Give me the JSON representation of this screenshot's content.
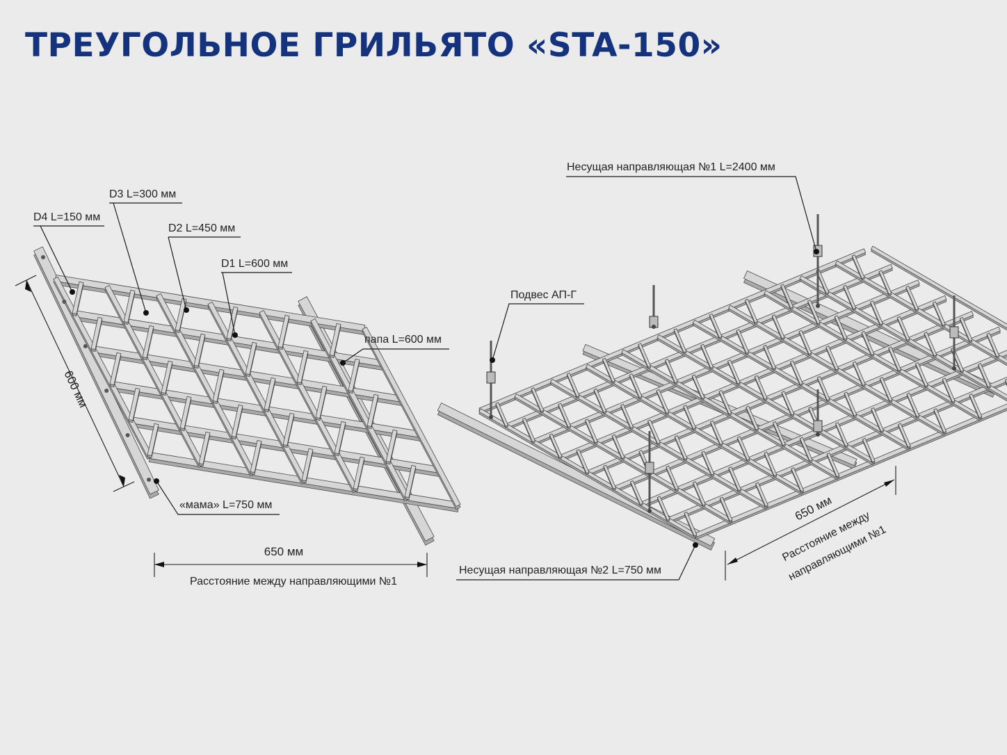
{
  "title": "ТРЕУГОЛЬНОЕ ГРИЛЬЯТО «STA-150»",
  "left_labels": {
    "d3": "D3 L=300 мм",
    "d4": "D4 L=150 мм",
    "d2": "D2 L=450 мм",
    "d1": "D1 L=600 мм",
    "papa": "папа L=600 мм",
    "mama": "«мама» L=750 мм",
    "height_dim": "600 мм",
    "width_dim": "650 мм",
    "width_caption": "Расстояние между направляющими №1"
  },
  "right_labels": {
    "rail1": "Несущая направляющая №1 L=2400 мм",
    "hanger": "Подвес АП-Г",
    "rail2": "Несущая направляющая №2 L=750 мм",
    "width_dim": "650 мм",
    "caption_line1": "Расстояние между",
    "caption_line2": "направляющими №1"
  },
  "colors": {
    "title": "#15327d",
    "background": "#ebebeb",
    "metal_top": "#d6d6d6",
    "metal_side": "#a9a9a9",
    "metal_edge": "#444444"
  }
}
